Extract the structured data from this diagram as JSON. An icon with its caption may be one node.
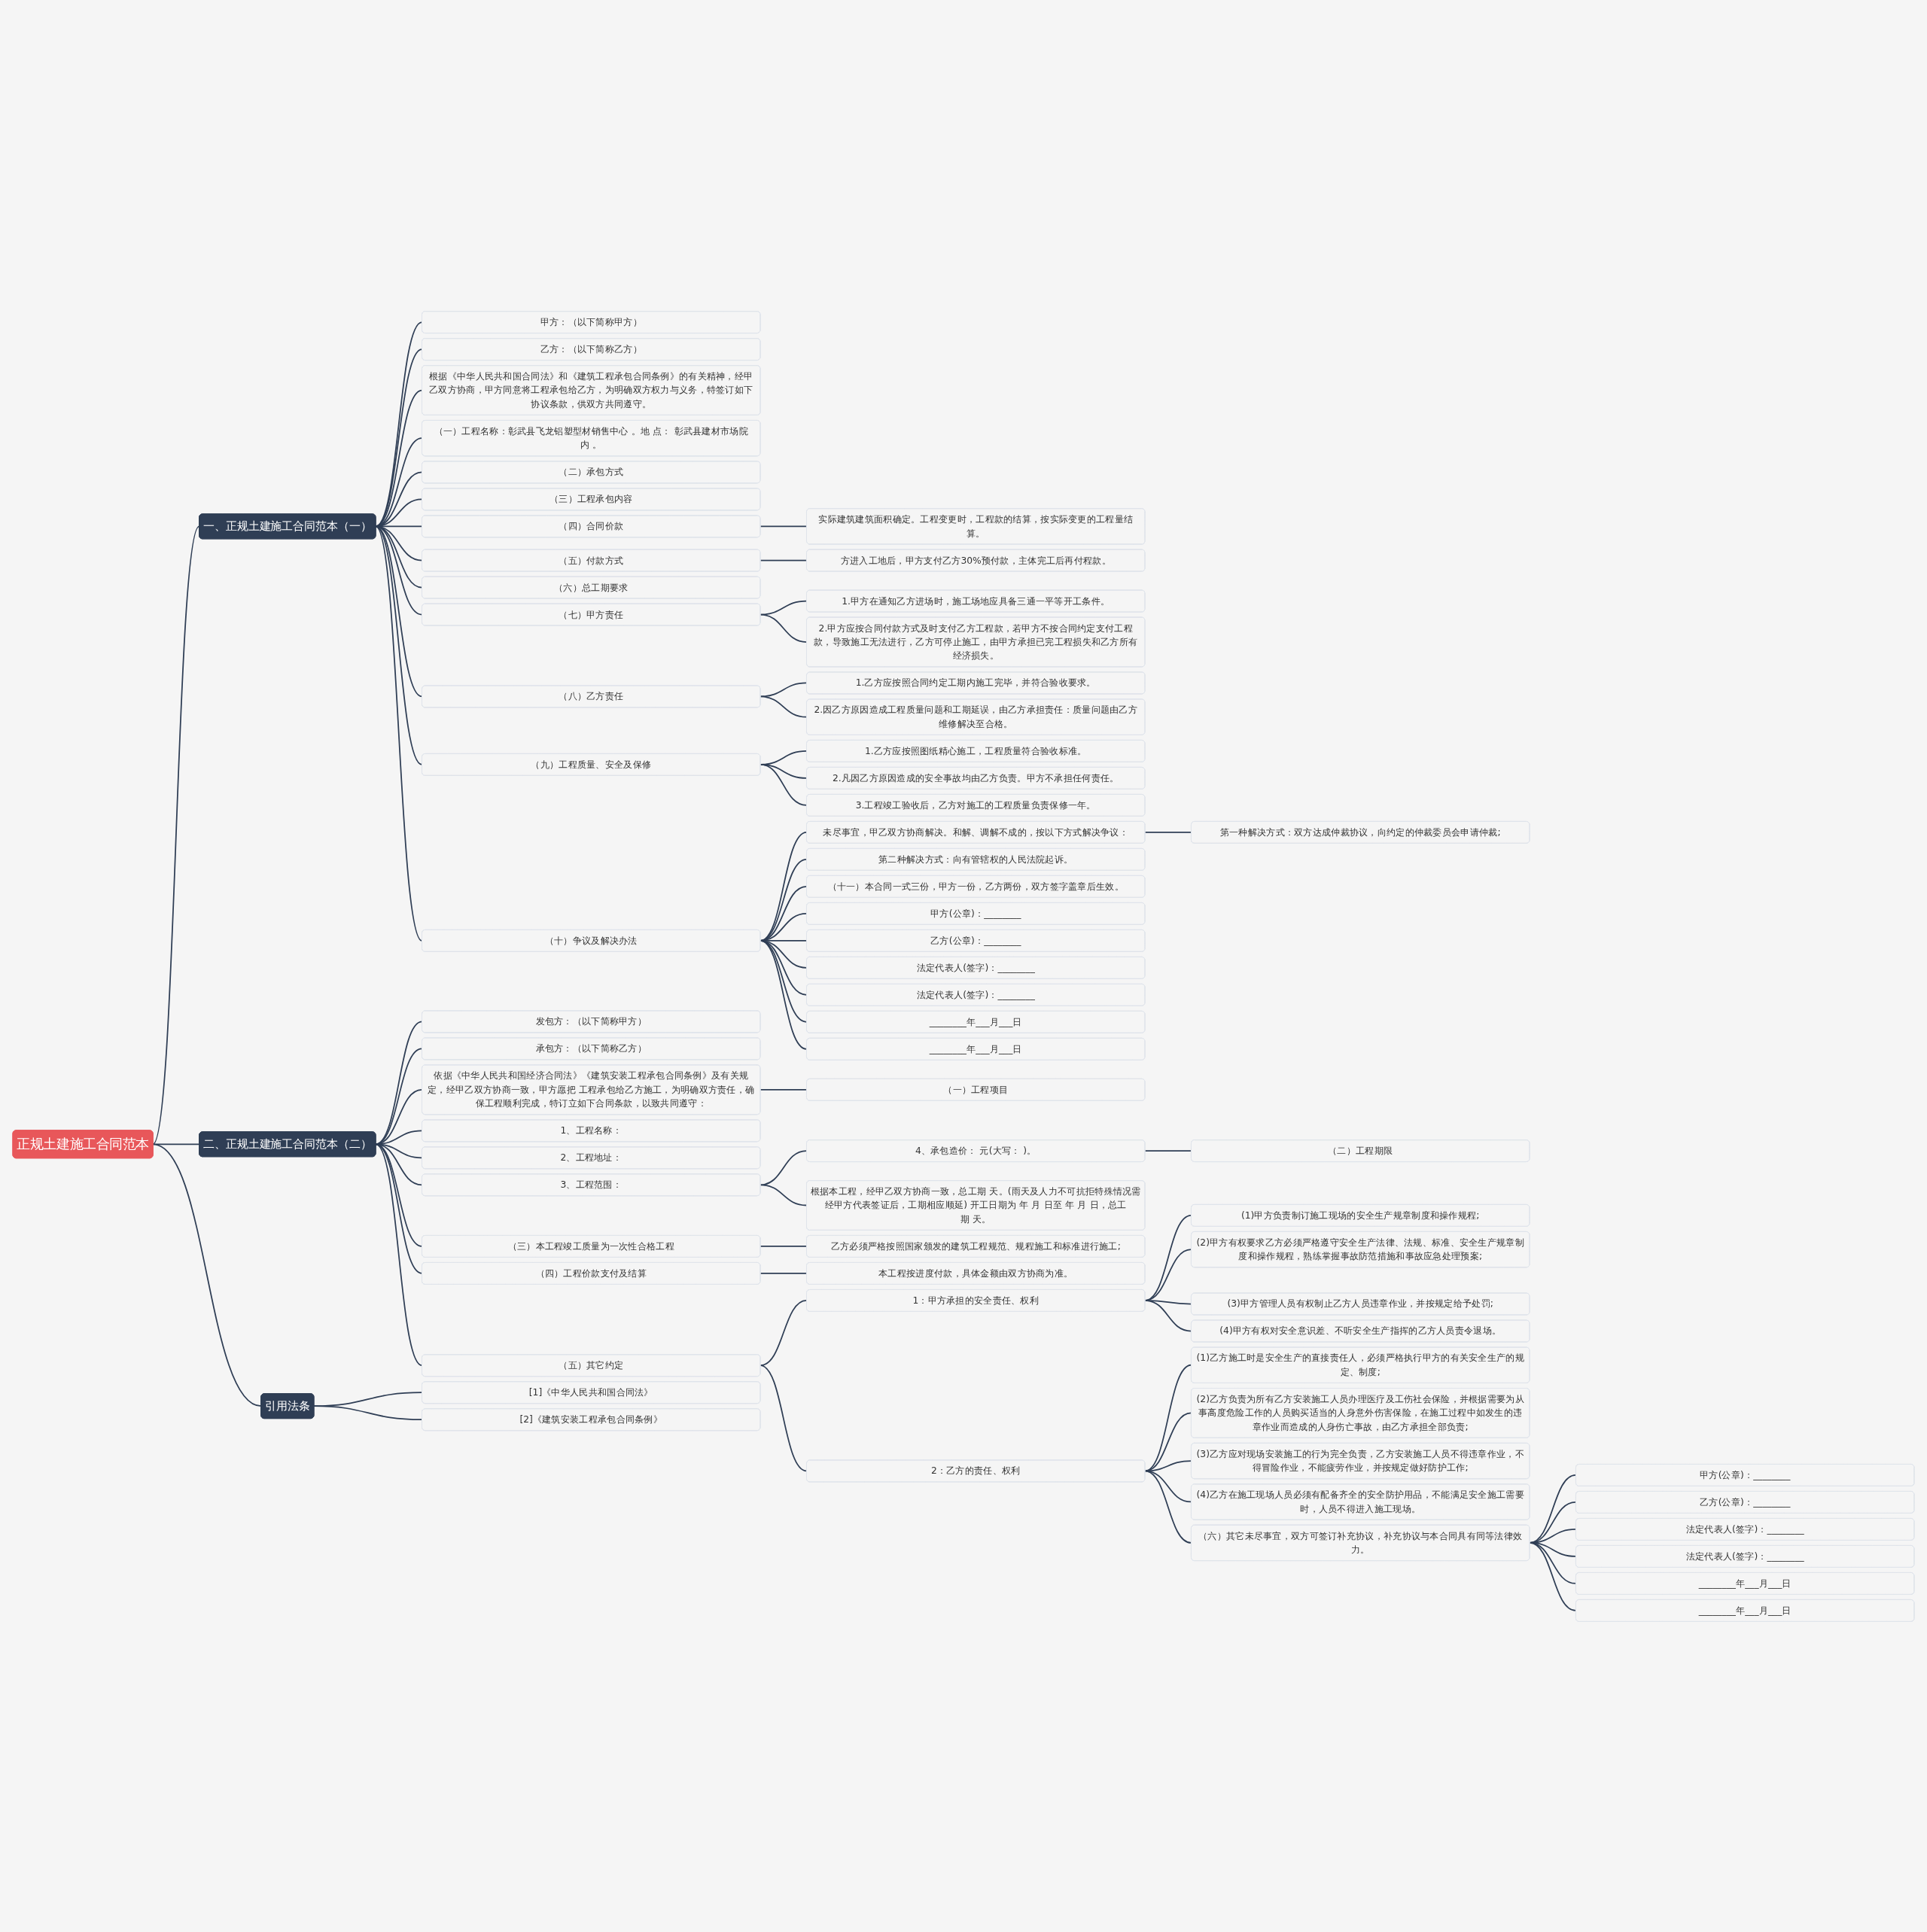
{
  "diagram": {
    "nodes": [
      {
        "text": [
          "正规土建施工合同范本"
        ]
      },
      {
        "text": [
          "一、正规土建施工合同范本（一）"
        ]
      },
      {
        "text": [
          "甲方：（以下简称甲方）"
        ]
      },
      {
        "text": [
          "乙方：（以下简称乙方）"
        ]
      },
      {
        "text": [
          "根据《中华人民共和国合同法》和《建筑工程承包合同条例》的有关精神，经甲乙双方协商，甲方同意将工程承包给乙方，为明确双方权力与义务，特签订如下协议条款，供双方共同遵守。"
        ]
      },
      {
        "text": [
          "（一）工程名称：彰武县飞龙铝塑型材销售中心 。地 点： 彰武县建材市场院内 。"
        ]
      },
      {
        "text": [
          "（二）承包方式"
        ]
      },
      {
        "text": [
          "（三）工程承包内容"
        ]
      },
      {
        "text": [
          "（四）合同价款"
        ]
      },
      {
        "text": [
          "实际建筑建筑面积确定。工程变更时，工程款的结算，按实际变更的工程量结算。"
        ]
      },
      {
        "text": [
          "（五）付款方式"
        ]
      },
      {
        "text": [
          "方进入工地后，甲方支付乙方30%预付款，主体完工后再付程款。"
        ]
      },
      {
        "text": [
          "（六）总工期要求"
        ]
      },
      {
        "text": [
          "（七）甲方责任"
        ]
      },
      {
        "text": [
          "1.甲方在通知乙方进场时，施工场地应具备三通一平等开工条件。"
        ]
      },
      {
        "text": [
          "2.甲方应按合同付款方式及时支付乙方工程款，若甲方不按合同约定支付工程款，导致施工无法进行，乙方可停止施工，由甲方承担已完工程损失和乙方所有经济损失。"
        ]
      },
      {
        "text": [
          "（八）乙方责任"
        ]
      },
      {
        "text": [
          "1.乙方应按照合同约定工期内施工完毕，并符合验收要求。"
        ]
      },
      {
        "text": [
          "2.因乙方原因造成工程质量问题和工期延误，由乙方承担责任：质量问题由乙方维修解决至合格。"
        ]
      },
      {
        "text": [
          "（九）工程质量、安全及保修"
        ]
      },
      {
        "text": [
          "1.乙方应按照图纸精心施工，工程质量符合验收标准。"
        ]
      },
      {
        "text": [
          "2.凡因乙方原因造成的安全事故均由乙方负责。甲方不承担任何责任。"
        ]
      },
      {
        "text": [
          "3.工程竣工验收后，乙方对施工的工程质量负责保修一年。"
        ]
      },
      {
        "text": [
          "（十）争议及解决办法"
        ]
      },
      {
        "text": [
          "未尽事宜，甲乙双方协商解决。和解、调解不成的，按以下方式解决争议："
        ]
      },
      {
        "text": [
          "第一种解决方式：双方达成仲裁协议，向约定的仲裁委员会申请仲裁;"
        ]
      },
      {
        "text": [
          "第二种解决方式：向有管辖权的人民法院起诉。"
        ]
      },
      {
        "text": [
          "（十一）本合同一式三份，甲方一份，乙方两份，双方签字盖章后生效。"
        ]
      },
      {
        "text": [
          "甲方(公章)：________"
        ]
      },
      {
        "text": [
          "乙方(公章)：________"
        ]
      },
      {
        "text": [
          "法定代表人(签字)：________"
        ]
      },
      {
        "text": [
          "法定代表人(签字)：________"
        ]
      },
      {
        "text": [
          "________年___月___日"
        ]
      },
      {
        "text": [
          "________年___月___日"
        ]
      },
      {
        "text": [
          "二、正规土建施工合同范本（二）"
        ]
      },
      {
        "text": [
          "发包方：（以下简称甲方）"
        ]
      },
      {
        "text": [
          "承包方：（以下简称乙方）"
        ]
      },
      {
        "text": [
          "依据《中华人民共和国经济合同法》《建筑安装工程承包合同条例》及有关规定，经甲乙双方协商一致，甲方愿把 工程承包给乙方施工，为明确双方责任，确保工程顺利完成，特订立如下合同条款，以致共同遵守："
        ]
      },
      {
        "text": [
          "（一）工程项目"
        ]
      },
      {
        "text": [
          "1、工程名称："
        ]
      },
      {
        "text": [
          "2、工程地址："
        ]
      },
      {
        "text": [
          "3、工程范围："
        ]
      },
      {
        "text": [
          "4、承包造价： 元(大写： )。"
        ]
      },
      {
        "text": [
          "（二）工程期限"
        ]
      },
      {
        "text": [
          "根据本工程，经甲乙双方协商一致，总工期 天。(雨天及人力不可抗拒特殊情况需经甲方代表签证后，工期相应顺延) 开工日期为 年 月 日至 年 月 日，总工期 天。"
        ]
      },
      {
        "text": [
          "（三）本工程竣工质量为一次性合格工程"
        ]
      },
      {
        "text": [
          "乙方必须严格按照国家颁发的建筑工程规范、规程施工和标准进行施工;"
        ]
      },
      {
        "text": [
          "（四）工程价款支付及结算"
        ]
      },
      {
        "text": [
          "本工程按进度付款，具体金额由双方协商为准。"
        ]
      },
      {
        "text": [
          "（五）其它约定"
        ]
      },
      {
        "text": [
          "1：甲方承担的安全责任、权利"
        ]
      },
      {
        "text": [
          "(1)甲方负责制订施工现场的安全生产规章制度和操作规程;"
        ]
      },
      {
        "text": [
          "(2)甲方有权要求乙方必须严格遵守安全生产法律、法规、标准、安全生产规章制度和操作规程，熟练掌握事故防范措施和事故应急处理预案;"
        ]
      },
      {
        "text": [
          "(3)甲方管理人员有权制止乙方人员违章作业，并按规定给予处罚;"
        ]
      },
      {
        "text": [
          "(4)甲方有权对安全意识差、不听安全生产指挥的乙方人员责令退场。"
        ]
      },
      {
        "text": [
          "2：乙方的责任、权利"
        ]
      },
      {
        "text": [
          "(1)乙方施工时是安全生产的直接责任人，必须严格执行甲方的有关安全生产的规定、制度;"
        ]
      },
      {
        "text": [
          "(2)乙方负责为所有乙方安装施工人员办理医疗及工伤社会保险，并根据需要为从事高度危险工作的人员购买适当的人身意外伤害保险，在施工过程中如发生的违章作业而造成的人身伤亡事故，由乙方承担全部负责;"
        ]
      },
      {
        "text": [
          "(3)乙方应对现场安装施工的行为完全负责，乙方安装施工人员不得违章作业，不得冒险作业，不能疲劳作业，并按规定做好防护工作;"
        ]
      },
      {
        "text": [
          "(4)乙方在施工现场人员必须有配备齐全的安全防护用品，不能满足安全施工需要时，人员不得进入施工现场。"
        ]
      },
      {
        "text": [
          "（六）其它未尽事宜，双方可签订补充协议，补充协议与本合同具有同等法律效力。"
        ]
      },
      {
        "text": [
          "甲方(公章)：________"
        ]
      },
      {
        "text": [
          "乙方(公章)：________"
        ]
      },
      {
        "text": [
          "法定代表人(签字)：________"
        ]
      },
      {
        "text": [
          "法定代表人(签字)：________"
        ]
      },
      {
        "text": [
          "________年___月___日"
        ]
      },
      {
        "text": [
          "________年___月___日"
        ]
      },
      {
        "text": [
          "引用法条"
        ]
      },
      {
        "text": [
          "[1]《中华人民共和国合同法》"
        ]
      },
      {
        "text": [
          "[2]《建筑安装工程承包合同条例》"
        ]
      }
    ],
    "edges": [
      {
        "from": 0,
        "to": 1,
        "arrow": "none"
      },
      {
        "from": 1,
        "to": 2,
        "arrow": "none"
      },
      {
        "from": 1,
        "to": 3,
        "arrow": "none"
      },
      {
        "from": 1,
        "to": 4,
        "arrow": "none"
      },
      {
        "from": 1,
        "to": 5,
        "arrow": "none"
      },
      {
        "from": 1,
        "to": 6,
        "arrow": "none"
      },
      {
        "from": 1,
        "to": 7,
        "arrow": "none"
      },
      {
        "from": 1,
        "to": 8,
        "arrow": "none"
      },
      {
        "from": 8,
        "to": 9,
        "arrow": "none"
      },
      {
        "from": 1,
        "to": 10,
        "arrow": "none"
      },
      {
        "from": 10,
        "to": 11,
        "arrow": "none"
      },
      {
        "from": 1,
        "to": 12,
        "arrow": "none"
      },
      {
        "from": 1,
        "to": 13,
        "arrow": "none"
      },
      {
        "from": 13,
        "to": 14,
        "arrow": "none"
      },
      {
        "from": 13,
        "to": 15,
        "arrow": "none"
      },
      {
        "from": 1,
        "to": 16,
        "arrow": "none"
      },
      {
        "from": 16,
        "to": 17,
        "arrow": "none"
      },
      {
        "from": 16,
        "to": 18,
        "arrow": "none"
      },
      {
        "from": 1,
        "to": 19,
        "arrow": "none"
      },
      {
        "from": 19,
        "to": 20,
        "arrow": "none"
      },
      {
        "from": 19,
        "to": 21,
        "arrow": "none"
      },
      {
        "from": 19,
        "to": 22,
        "arrow": "none"
      },
      {
        "from": 1,
        "to": 23,
        "arrow": "none"
      },
      {
        "from": 23,
        "to": 24,
        "arrow": "none"
      },
      {
        "from": 24,
        "to": 25,
        "arrow": "none"
      },
      {
        "from": 23,
        "to": 26,
        "arrow": "none"
      },
      {
        "from": 23,
        "to": 27,
        "arrow": "none"
      },
      {
        "from": 23,
        "to": 28,
        "arrow": "none"
      },
      {
        "from": 23,
        "to": 29,
        "arrow": "none"
      },
      {
        "from": 23,
        "to": 30,
        "arrow": "none"
      },
      {
        "from": 23,
        "to": 31,
        "arrow": "none"
      },
      {
        "from": 23,
        "to": 32,
        "arrow": "none"
      },
      {
        "from": 23,
        "to": 33,
        "arrow": "none"
      },
      {
        "from": 0,
        "to": 34,
        "arrow": "none"
      },
      {
        "from": 34,
        "to": 35,
        "arrow": "none"
      },
      {
        "from": 34,
        "to": 36,
        "arrow": "none"
      },
      {
        "from": 34,
        "to": 37,
        "arrow": "none"
      },
      {
        "from": 37,
        "to": 38,
        "arrow": "none"
      },
      {
        "from": 34,
        "to": 39,
        "arrow": "none"
      },
      {
        "from": 34,
        "to": 40,
        "arrow": "none"
      },
      {
        "from": 34,
        "to": 41,
        "arrow": "none"
      },
      {
        "from": 41,
        "to": 42,
        "arrow": "none"
      },
      {
        "from": 42,
        "to": 43,
        "arrow": "none"
      },
      {
        "from": 41,
        "to": 44,
        "arrow": "none"
      },
      {
        "from": 34,
        "to": 45,
        "arrow": "none"
      },
      {
        "from": 45,
        "to": 46,
        "arrow": "none"
      },
      {
        "from": 34,
        "to": 47,
        "arrow": "none"
      },
      {
        "from": 47,
        "to": 48,
        "arrow": "none"
      },
      {
        "from": 34,
        "to": 49,
        "arrow": "none"
      },
      {
        "from": 49,
        "to": 50,
        "arrow": "none"
      },
      {
        "from": 50,
        "to": 51,
        "arrow": "none"
      },
      {
        "from": 50,
        "to": 52,
        "arrow": "none"
      },
      {
        "from": 50,
        "to": 53,
        "arrow": "none"
      },
      {
        "from": 50,
        "to": 54,
        "arrow": "none"
      },
      {
        "from": 49,
        "to": 55,
        "arrow": "none"
      },
      {
        "from": 55,
        "to": 56,
        "arrow": "none"
      },
      {
        "from": 55,
        "to": 57,
        "arrow": "none"
      },
      {
        "from": 55,
        "to": 58,
        "arrow": "none"
      },
      {
        "from": 55,
        "to": 59,
        "arrow": "none"
      },
      {
        "from": 55,
        "to": 60,
        "arrow": "none"
      },
      {
        "from": 60,
        "to": 61,
        "arrow": "none"
      },
      {
        "from": 60,
        "to": 62,
        "arrow": "none"
      },
      {
        "from": 60,
        "to": 63,
        "arrow": "none"
      },
      {
        "from": 60,
        "to": 64,
        "arrow": "none"
      },
      {
        "from": 60,
        "to": 65,
        "arrow": "none"
      },
      {
        "from": 60,
        "to": 66,
        "arrow": "none"
      },
      {
        "from": 0,
        "to": 67,
        "arrow": "none"
      },
      {
        "from": 67,
        "to": 68,
        "arrow": "none"
      },
      {
        "from": 67,
        "to": 69,
        "arrow": "none"
      }
    ]
  }
}
